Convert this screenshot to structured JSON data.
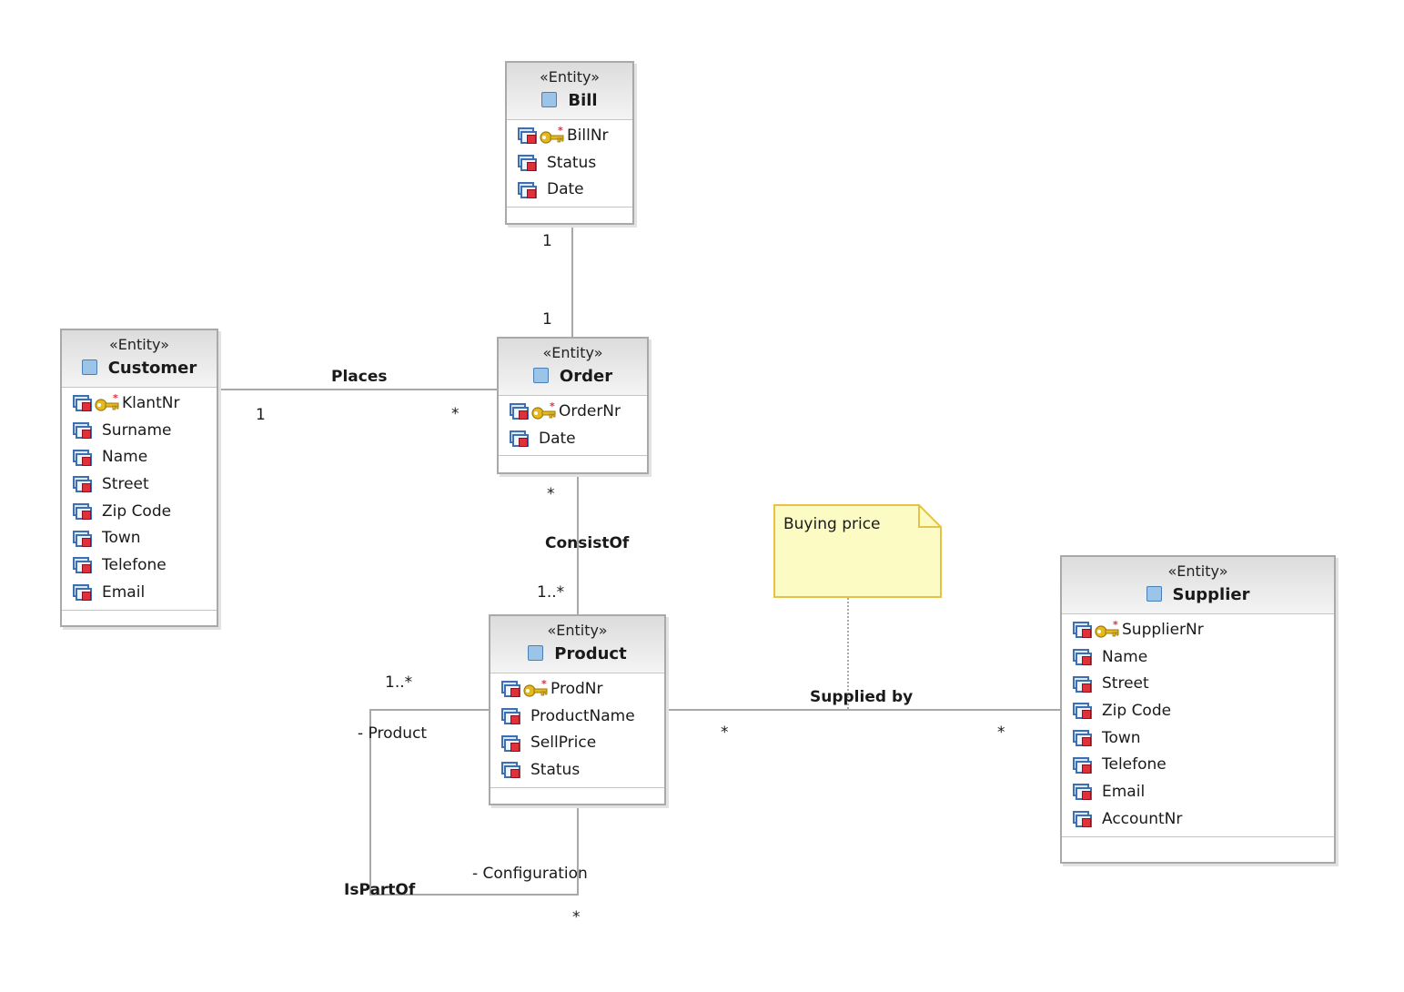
{
  "entities": {
    "bill": {
      "stereotype": "«Entity»",
      "name": "Bill",
      "attributes": [
        "BillNr",
        "Status",
        "Date"
      ]
    },
    "customer": {
      "stereotype": "«Entity»",
      "name": "Customer",
      "attributes": [
        "KlantNr",
        "Surname",
        "Name",
        "Street",
        "Zip Code",
        "Town",
        "Telefone",
        "Email"
      ]
    },
    "order": {
      "stereotype": "«Entity»",
      "name": "Order",
      "attributes": [
        "OrderNr",
        "Date"
      ]
    },
    "product": {
      "stereotype": "«Entity»",
      "name": "Product",
      "attributes": [
        "ProdNr",
        "ProductName",
        "SellPrice",
        "Status"
      ]
    },
    "supplier": {
      "stereotype": "«Entity»",
      "name": "Supplier",
      "attributes": [
        "SupplierNr",
        "Name",
        "Street",
        "Zip Code",
        "Town",
        "Telefone",
        "Email",
        "AccountNr"
      ]
    }
  },
  "associations": {
    "bill_order": {
      "bill_end": "1",
      "order_end": "1"
    },
    "places": {
      "name": "Places",
      "customer_end": "1",
      "order_end": "*"
    },
    "consist_of": {
      "name": "ConsistOf",
      "order_end": "*",
      "product_end": "1..*"
    },
    "supplied_by": {
      "name": "Supplied by",
      "product_end": "*",
      "supplier_end": "*"
    },
    "is_part_of": {
      "name": "IsPartOf",
      "product_multiplicity": "1..*",
      "product_role": "- Product",
      "configuration_role": "- Configuration",
      "configuration_multiplicity": "*"
    }
  },
  "note": {
    "text": "Buying price"
  },
  "colors": {
    "note_fill": "#fdfbc4",
    "note_border": "#e6c24a",
    "line": "#a8a8a8",
    "key": "#e6b820",
    "attribute_marker": "#e0303c",
    "class_icon": "#9cc3e8"
  }
}
